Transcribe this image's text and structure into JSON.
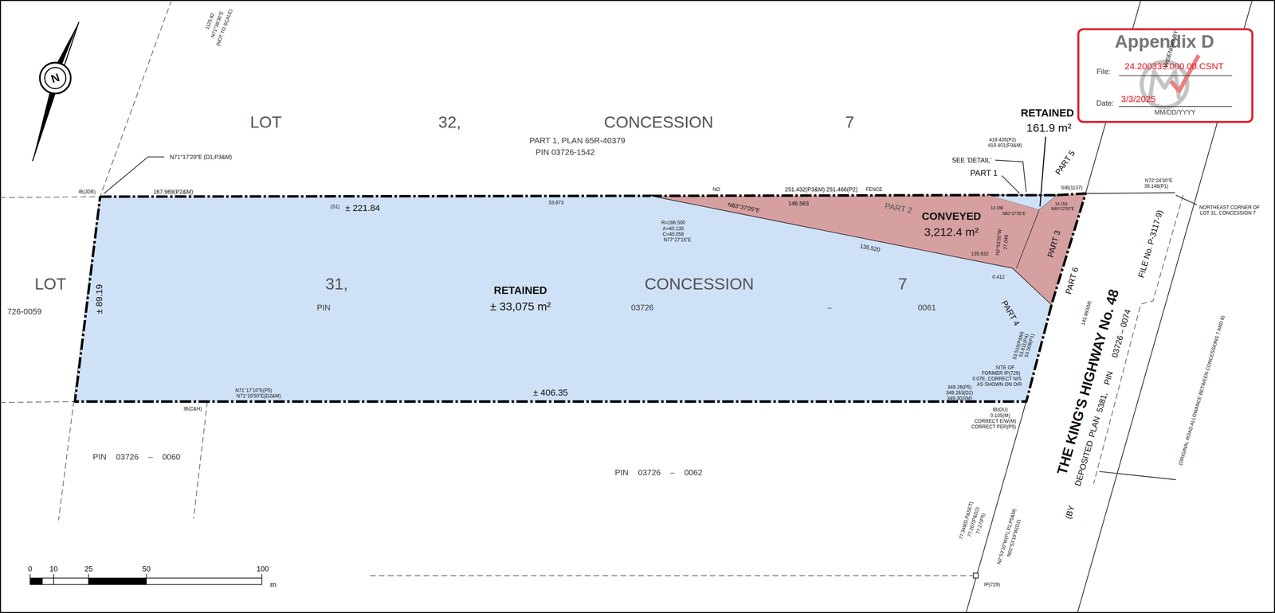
{
  "diagram": {
    "nodes": [
      {
        "text": [
          "Appendix D",
          "File:",
          "24.200339.000.00.CSNT",
          "Date:",
          "3/3/2025",
          "MM/DD/YYYY"
        ]
      },
      {
        "text": [
          "RETAINED",
          "161.9 m²"
        ]
      },
      {
        "text": [
          "CONVEYED",
          "3,212.4 m²"
        ]
      },
      {
        "text": [
          "RETAINED",
          "± 33,075 m²"
        ]
      }
    ],
    "labels": [
      "LOT",
      "32,",
      "CONCESSION",
      "7",
      "PART 1, PLAN 65R-40379",
      "PIN 03726-1542",
      "1125.82",
      "N71°38'30\"E",
      "(NOT TO SCALE)",
      "N71°17'20\"E (D1,P3&M)",
      "IB(JDB)",
      "167.969(P2&M)",
      "± 221.84",
      "(S1)",
      "53.873",
      "R=186.500",
      "A=40.135",
      "C=40.058",
      "N77°27'15\"E",
      "NO",
      "251.432(P3&M) 251.466(P2)",
      "146.583",
      "FENCE",
      "N83°37'05\"E",
      "135.520",
      "419.435(P2)",
      "419.401(P3&M)",
      "SEE 'DETAIL'",
      "PART 1",
      "PART 5",
      "SIB(1137)",
      "14.188",
      "N83°37'05\"E",
      "14.154",
      "N40°12'50\"E",
      "PART 2",
      "N2°53'20\"W",
      "27.049",
      "PART 3",
      "135.932",
      "0.412",
      "PART 6",
      "145.993(M)",
      "PART 4",
      "N72°24'30\"E",
      "39.148(P1)",
      "NORTHEAST CORNER OF",
      "LOT 31, CONCESSION 7",
      "WIDENING BY",
      "FILE No. P-3117-9)",
      "LOT",
      "31,",
      "CONCESSION",
      "7",
      "PIN",
      "03726",
      "–",
      "0061",
      "726-0059",
      "± 89.19",
      "53.510(P&M)",
      "53.611(P4)",
      "53.508(P1)",
      "THE KING'S HIGHWAY No. 48",
      "(BY",
      "DEPOSITED",
      "PLAN",
      "5381,",
      "PIN",
      "03726 – 0074",
      "(ORIGINAL ROAD ALLOWANCE BETWEEN CONCESSIONS 7 AND 8)",
      "SITE OF",
      "FORMER IP(729)",
      "0.07E, CORRECT N/S",
      "AS SHOWN ON O/R",
      "349.26(P5)",
      "349.263(D2)",
      "349.302(M)",
      "N71°17'10\"E(P5)",
      "N71°15'50\"E(D2&M)",
      "± 406.35",
      "IB(OU)",
      "0.105(M)",
      "CORRECT E/W(M)",
      "CORRECT PER(P5)",
      "IB(C&H)",
      "PIN 03726 – 0060",
      "PIN 03726 – 0062",
      "77.349(D,P&SET)",
      "77.267(P&D2)",
      "77.27(P5)",
      "N2°53'10\"W(P1,P2,P5&M)",
      "N02°53'10\"W(D2)",
      "IP(729)",
      "0",
      "10",
      "25",
      "50",
      "100",
      "m",
      "N"
    ]
  }
}
